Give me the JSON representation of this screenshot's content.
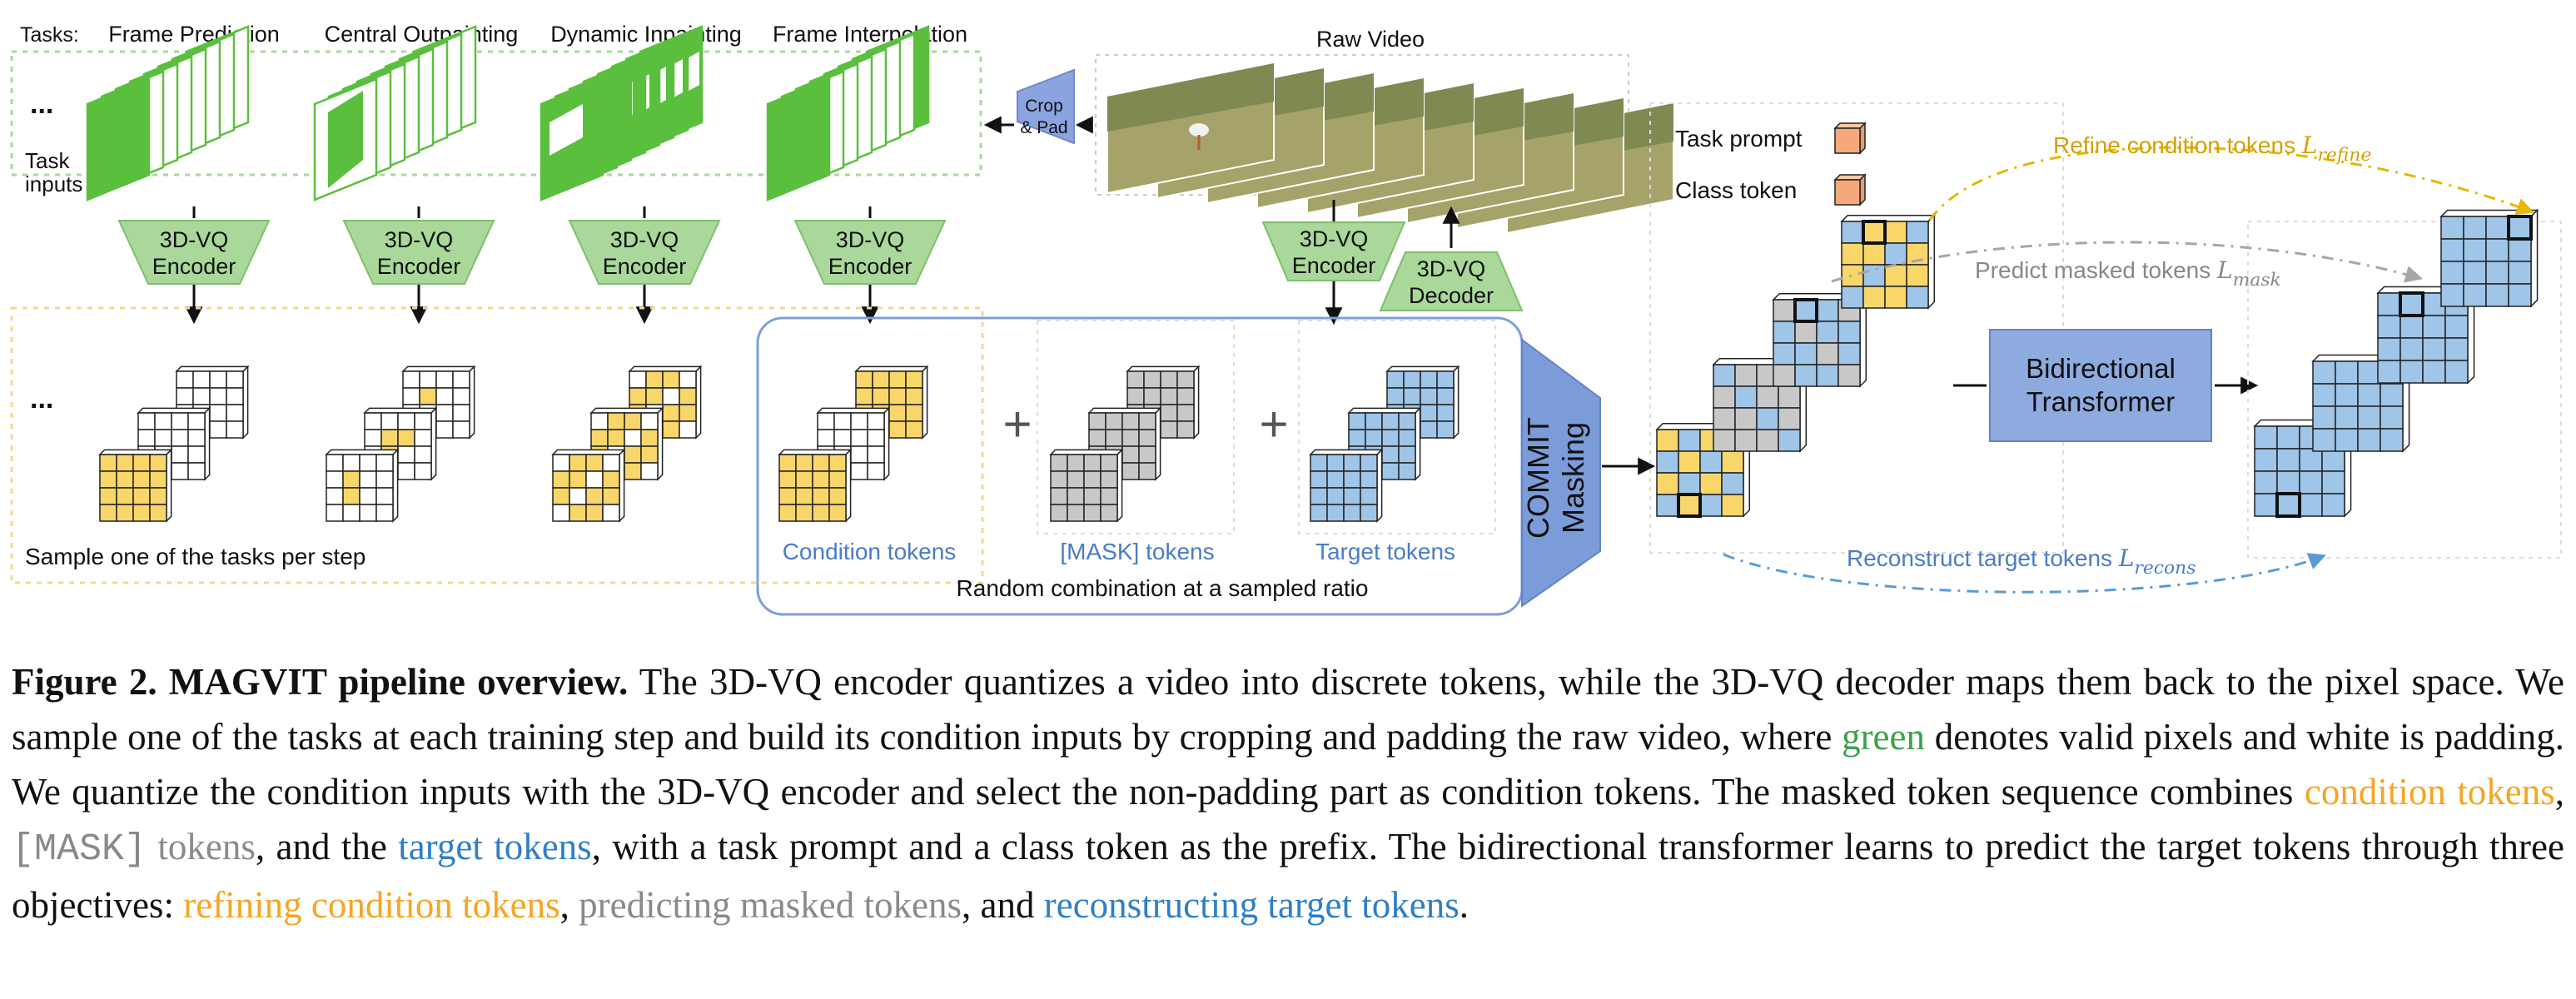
{
  "tasks_label": "Tasks:",
  "tasks": [
    "Frame Prediction",
    "Central Outpainting",
    "Dynamic Inpainting",
    "Frame Interpolation"
  ],
  "task_inputs_label": "Task inputs",
  "ellipsis": "...",
  "encoder_label": [
    "3D-VQ",
    "Encoder"
  ],
  "decoder_label": [
    "3D-VQ",
    "Decoder"
  ],
  "raw_video_label": "Raw Video",
  "crop_pad_label": [
    "Crop",
    "& Pad"
  ],
  "sample_label": "Sample one of the tasks per step",
  "condition_tokens_label": "Condition tokens",
  "mask_tokens_label": "[MASK] tokens",
  "target_tokens_label": "Target tokens",
  "plus": "+",
  "random_combination_label": "Random combination at a sampled ratio",
  "commit_label": "COMMIT",
  "masking_label": "Masking",
  "task_prompt_label": "Task prompt",
  "class_token_label": "Class token",
  "transformer_label": [
    "Bidirectional",
    "Transformer"
  ],
  "refine_label": {
    "text": "Refine condition tokens ",
    "loss": "L",
    "sub": "refine"
  },
  "predict_label": {
    "text": "Predict masked tokens ",
    "loss": "L",
    "sub": "mask"
  },
  "reconstruct_label": {
    "text": "Reconstruct target tokens ",
    "loss": "L",
    "sub": "recons"
  },
  "caption": {
    "figure": "Figure 2.",
    "title": "MAGVIT pipeline overview.",
    "p1": " The 3D-VQ encoder quantizes a video into discrete tokens, while the 3D-VQ decoder maps them back to the pixel space. We sample one of the tasks at each training step and build its condition inputs by cropping and padding the raw video, where ",
    "green": "green",
    "p2": " denotes valid pixels and white is padding. We quantize the condition inputs with the 3D-VQ encoder and select the non-padding part as condition tokens. The masked token sequence combines ",
    "cond": "condition tokens",
    "comma1": ", ",
    "mask": "[MASK]",
    "mask_rest": " tokens",
    "p3": ", and the ",
    "target": "target tokens",
    "p4": ", with a task prompt and a class token as the prefix. The bidirectional transformer learns to predict the target tokens through three objectives: ",
    "refining": "refining condition tokens",
    "comma2": ", ",
    "predicting": "predicting masked tokens",
    "p5": ", and ",
    "reconstructing": "reconstructing target tokens",
    "end": "."
  },
  "colors": {
    "green_frame": "#5bbf3e",
    "green_box": "#a8d99a",
    "yellow": "#f9d66a",
    "blue_token": "#9fc5e8",
    "gray_token": "#c8c8c8",
    "orange_prefix": "#f5a97a",
    "commit_blue": "#7b9bd9",
    "transformer_blue": "#8eabe0",
    "refine_arrow": "#e6b800",
    "predict_arrow": "#a6a6a6",
    "recons_arrow": "#5b9bd5"
  }
}
